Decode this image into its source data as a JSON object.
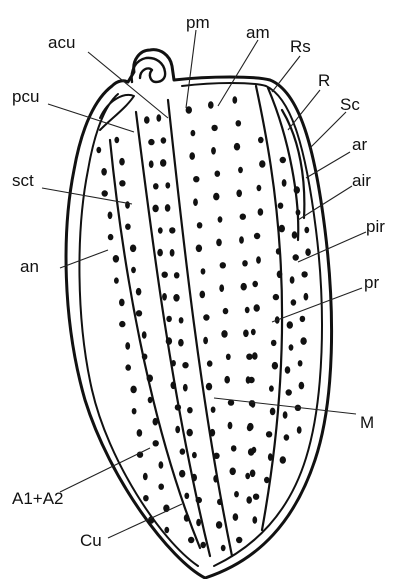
{
  "labels": {
    "acu": "acu",
    "pm": "pm",
    "am": "am",
    "Rs": "Rs",
    "R": "R",
    "Sc": "Sc",
    "pcu": "pcu",
    "ar": "ar",
    "air": "air",
    "sct": "sct",
    "pir": "pir",
    "an": "an",
    "pr": "pr",
    "M": "M",
    "A1A2": "A1+A2",
    "Cu": "Cu"
  }
}
